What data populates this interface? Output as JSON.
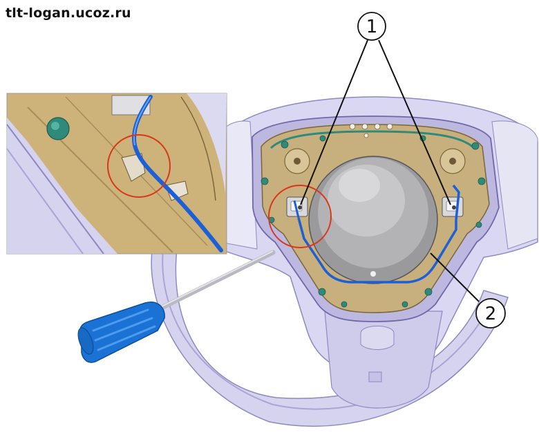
{
  "watermark": "tlt-logan.ucoz.ru",
  "callouts": {
    "c1": "1",
    "c2": "2"
  },
  "colors": {
    "wheel_rim": "#c9c6e6",
    "wheel_rim_dark": "#8d88bf",
    "hub_housing": "#c7b07d",
    "wiring": "#1c5fd6",
    "highlight_circle": "#d9361b",
    "screwdriver_handle": "#1a73d4",
    "screwdriver_shaft": "#b9b9c2",
    "inset_background": "#cdb27a"
  },
  "icons": [
    "screwdriver-icon",
    "connector-icon"
  ]
}
